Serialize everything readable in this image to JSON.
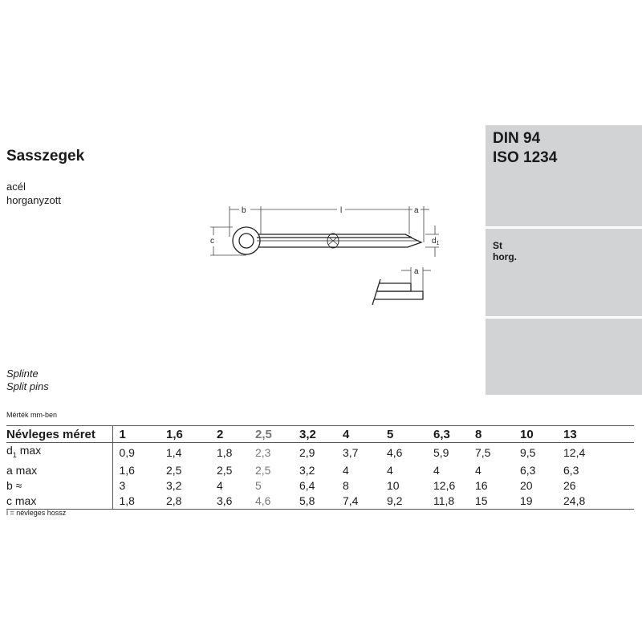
{
  "title": "Sasszegek",
  "material_lines": [
    "acél",
    "horganyzott"
  ],
  "translations": [
    "Splinte",
    "Split pins"
  ],
  "standards": [
    "DIN 94",
    "ISO 1234"
  ],
  "material_code": [
    "St",
    "horg."
  ],
  "drawing": {
    "labels": {
      "b": "b",
      "l": "l",
      "a": "a",
      "c": "c",
      "d1": "d",
      "d1_sub": "1",
      "a2": "a"
    }
  },
  "table": {
    "unit_note": "Mérték mm-ben",
    "header": {
      "label": "Névleges méret",
      "values": [
        "1",
        "1,6",
        "2",
        "2,5",
        "3,2",
        "4",
        "5",
        "6,3",
        "8",
        "10",
        "13"
      ]
    },
    "rows": [
      {
        "label": "d",
        "sub": "1",
        "suffix": " max",
        "values": [
          "0,9",
          "1,4",
          "1,8",
          "2,3",
          "2,9",
          "3,7",
          "4,6",
          "5,9",
          "7,5",
          "9,5",
          "12,4"
        ]
      },
      {
        "label": "a max",
        "values": [
          "1,6",
          "2,5",
          "2,5",
          "2,5",
          "3,2",
          "4",
          "4",
          "4",
          "4",
          "6,3",
          "6,3"
        ]
      },
      {
        "label": "b ≈",
        "values": [
          "3",
          "3,2",
          "4",
          "5",
          "6,4",
          "8",
          "10",
          "12,6",
          "16",
          "20",
          "26"
        ]
      },
      {
        "label": "c max",
        "values": [
          "1,8",
          "2,8",
          "3,6",
          "4,6",
          "5,8",
          "7,4",
          "9,2",
          "11,8",
          "15",
          "19",
          "24,8"
        ]
      }
    ],
    "footnote": "l = névleges hossz"
  }
}
